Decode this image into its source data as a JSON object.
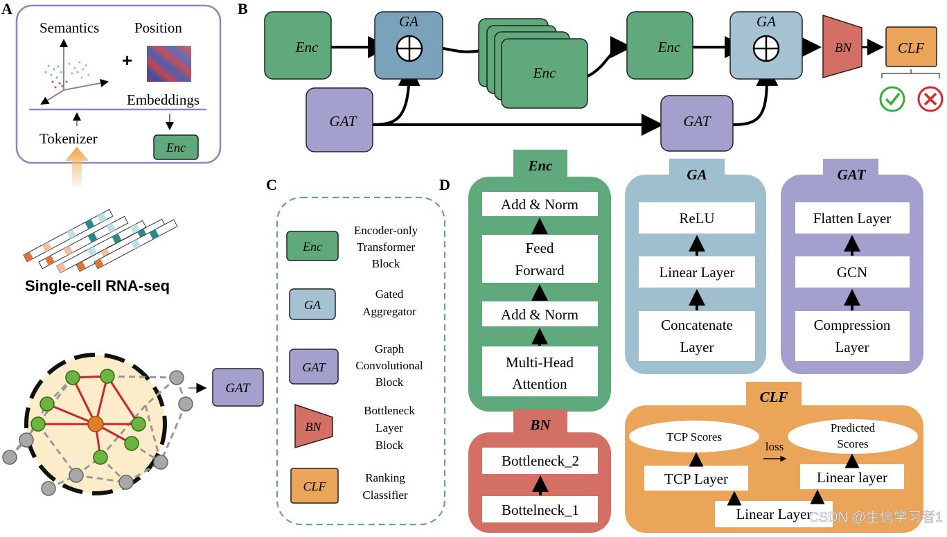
{
  "panels": {
    "a": "A",
    "b": "B",
    "c": "C",
    "d": "D"
  },
  "panel_a": {
    "semantics": "Semantics",
    "position": "Position",
    "plus": "+",
    "embeddings": "Embeddings",
    "tokenizer": "Tokenizer",
    "enc": "Enc",
    "data_label": "Single-cell RNA-seq",
    "gat": "GAT"
  },
  "panel_b": {
    "enc": "Enc",
    "ga": "GA",
    "gat": "GAT",
    "bn": "BN",
    "clf": "CLF"
  },
  "legend": {
    "items": [
      {
        "tag": "Enc",
        "lines": [
          "Encoder-only",
          "Transformer",
          "Block"
        ]
      },
      {
        "tag": "GA",
        "lines": [
          "Gated",
          "Aggregator"
        ]
      },
      {
        "tag": "GAT",
        "lines": [
          "Graph",
          "Convolutional",
          "Block"
        ]
      },
      {
        "tag": "BN",
        "lines": [
          "Bottleneck",
          "Layer",
          "Block"
        ]
      },
      {
        "tag": "CLF",
        "lines": [
          "Ranking",
          "Classifier"
        ]
      }
    ]
  },
  "panel_d": {
    "enc": {
      "title": "Enc",
      "l1": "Add & Norm",
      "l2a": "Feed",
      "l2b": "Forward",
      "l3": "Add & Norm",
      "l4a": "Multi-Head",
      "l4b": "Attention"
    },
    "ga": {
      "title": "GA",
      "l1": "ReLU",
      "l2": "Linear Layer",
      "l3a": "Concatenate",
      "l3b": "Layer"
    },
    "gat": {
      "title": "GAT",
      "l1": "Flatten Layer",
      "l2": "GCN",
      "l3a": "Compression",
      "l3b": "Layer"
    },
    "bn": {
      "title": "BN",
      "l1": "Bottleneck_2",
      "l2": "Bottelneck_1"
    },
    "clf": {
      "title": "CLF",
      "tcp_scores": "TCP Scores",
      "pred_a": "Predicted",
      "pred_b": "Scores",
      "loss": "loss",
      "tcp_layer": "TCP Layer",
      "linear_small": "Linear layer",
      "linear_big": "Linear Layer"
    }
  },
  "watermark": "CSDN @生信学习者1",
  "colors": {
    "enc": "#5fa97c",
    "ga": "#7aa3bb",
    "ga_light": "#9fbfcf",
    "gat": "#a3a0cd",
    "bn": "#d46f66",
    "clf": "#eaa55b",
    "frame": "#8f86c6",
    "legend_frame": "#6a9ab3"
  }
}
